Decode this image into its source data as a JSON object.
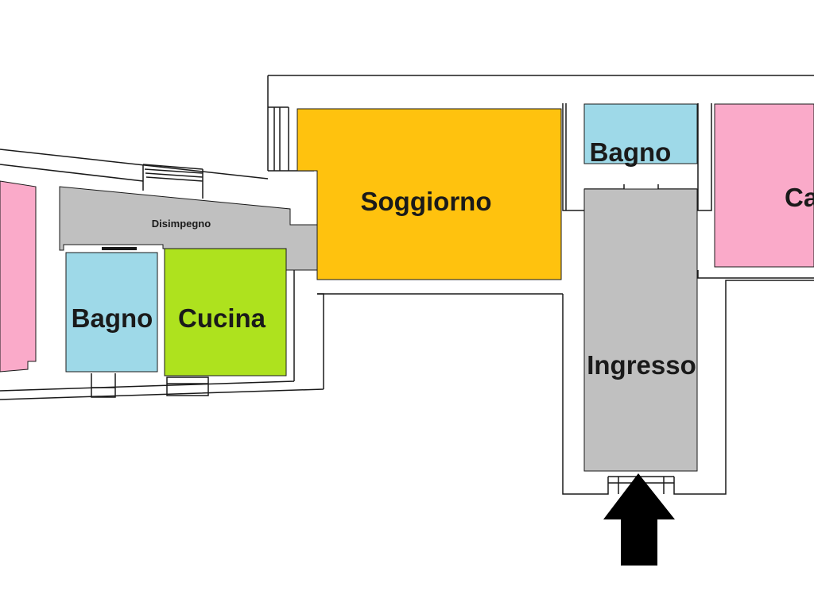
{
  "rooms": {
    "soggiorno": {
      "label": "Soggiorno",
      "color": "#FFC20E"
    },
    "bagno_top": {
      "label": "Bagno",
      "color": "#9ED9E8"
    },
    "camera": {
      "label": "Ca",
      "color": "#FAAAC9"
    },
    "ingresso": {
      "label": "Ingresso",
      "color": "#C0C0C0"
    },
    "disimpegno": {
      "label": "Disimpegno",
      "color": "#C0C0C0"
    },
    "bagno_left": {
      "label": "Bagno",
      "color": "#9ED9E8"
    },
    "cucina": {
      "label": "Cucina",
      "color": "#AEE21E"
    },
    "pink_left": {
      "color": "#FAAAC9"
    }
  },
  "colors": {
    "wall": "#1a1a1a",
    "arrow": "#000000"
  },
  "entrance_arrow": {
    "icon": "arrow-up-icon"
  }
}
